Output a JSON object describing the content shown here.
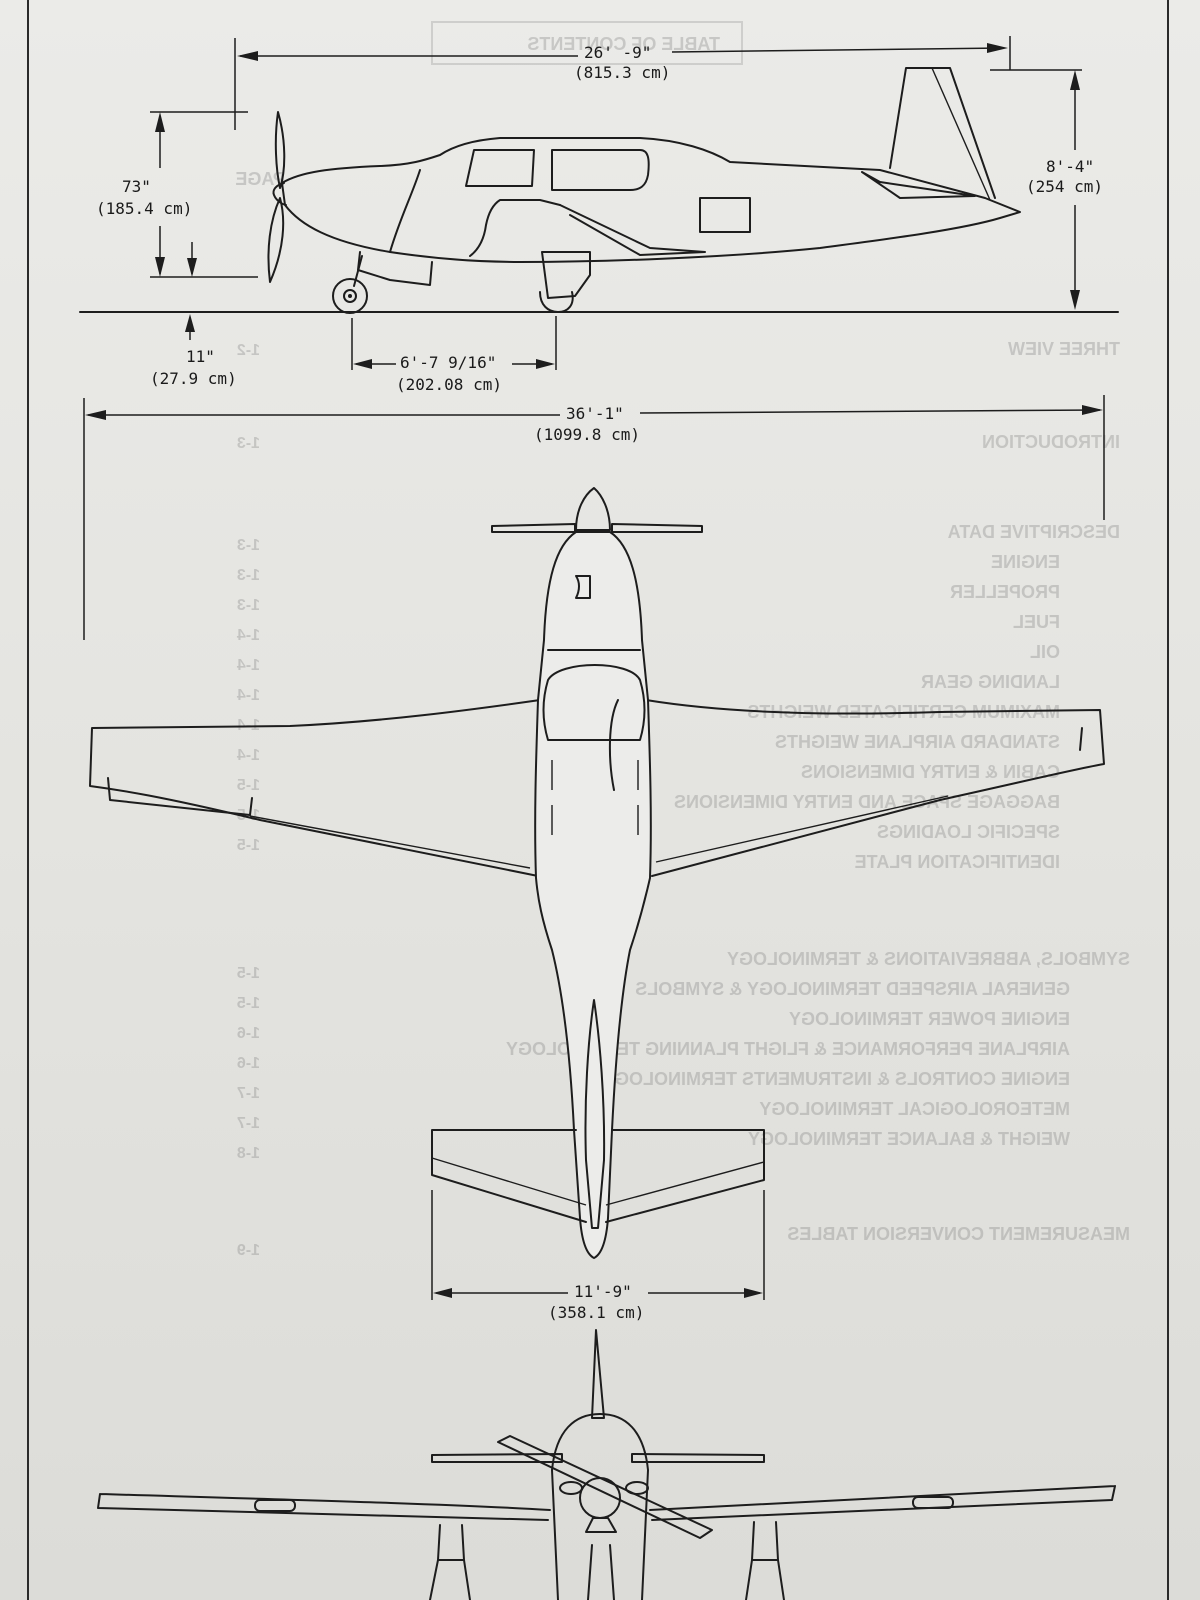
{
  "dimensions": {
    "length": {
      "imperial": "26' -9\"",
      "metric": "(815.3 cm)"
    },
    "propeller_height": {
      "imperial": "73\"",
      "metric": "(185.4 cm)"
    },
    "tail_height": {
      "imperial": "8'-4\"",
      "metric": "(254 cm)"
    },
    "prop_ground_clearance": {
      "imperial": "11\"",
      "metric": "(27.9 cm)"
    },
    "wheel_base": {
      "imperial": "6'-7 9/16\"",
      "metric": "(202.08 cm)"
    },
    "wing_span": {
      "imperial": "36'-1\"",
      "metric": "(1099.8 cm)"
    },
    "stabilizer_span": {
      "imperial": "11'-9\"",
      "metric": "(358.1 cm)"
    }
  },
  "show_through": {
    "header": "TABLE OF CONTENTS",
    "page_label": "PAGE",
    "entries": [
      {
        "title": "THREE VIEW",
        "page": "1-2"
      },
      {
        "title": "INTRODUCTION",
        "page": "1-3"
      },
      {
        "title": "DESCRIPTIVE DATA",
        "page": ""
      },
      {
        "title": "ENGINE",
        "page": "1-3"
      },
      {
        "title": "PROPELLER",
        "page": "1-3"
      },
      {
        "title": "FUEL",
        "page": "1-3"
      },
      {
        "title": "OIL",
        "page": "1-4"
      },
      {
        "title": "LANDING GEAR",
        "page": "1-4"
      },
      {
        "title": "MAXIMUM CERTIFICATED WEIGHTS",
        "page": "1-4"
      },
      {
        "title": "STANDARD AIRPLANE WEIGHTS",
        "page": "1-4"
      },
      {
        "title": "CABIN & ENTRY DIMENSIONS",
        "page": "1-4"
      },
      {
        "title": "BAGGAGE SPACE AND ENTRY DIMENSIONS",
        "page": "1-5"
      },
      {
        "title": "SPECIFIC LOADINGS",
        "page": "1-5"
      },
      {
        "title": "IDENTIFICATION PLATE",
        "page": "1-5"
      },
      {
        "title": "SYMBOLS, ABBREVIATIONS & TERMINOLOGY",
        "page": "1-5"
      },
      {
        "title": "GENERAL AIRSPEED TERMINOLOGY & SYMBOLS",
        "page": "1-5"
      },
      {
        "title": "ENGINE POWER TERMINOLOGY",
        "page": "1-6"
      },
      {
        "title": "AIRPLANE PERFORMANCE & FLIGHT PLANNING TERMINOLOGY",
        "page": "1-6"
      },
      {
        "title": "ENGINE CONTROLS & INSTRUMENTS TERMINOLOGY",
        "page": "1-7"
      },
      {
        "title": "METEOROLOGICAL TERMINOLOGY",
        "page": "1-7"
      },
      {
        "title": "WEIGHT & BALANCE TERMINOLOGY",
        "page": "1-8"
      },
      {
        "title": "MEASUREMENT CONVERSION TABLES",
        "page": "1-9"
      }
    ]
  }
}
